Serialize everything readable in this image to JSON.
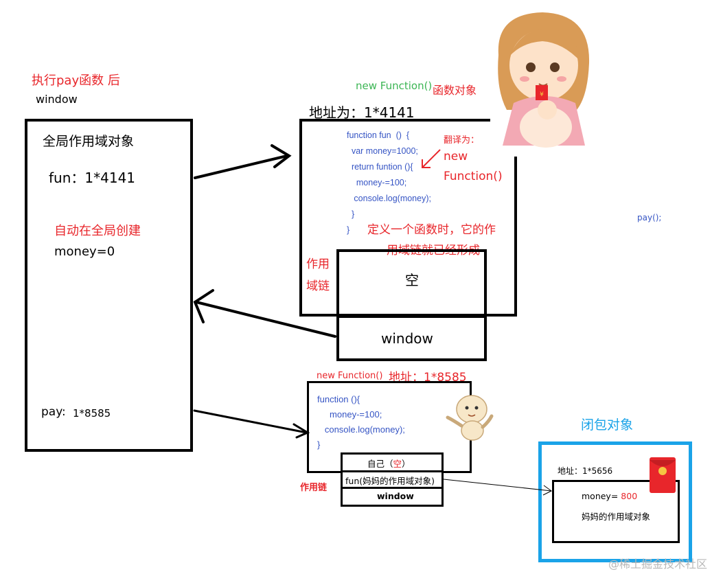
{
  "header": {
    "title": "执行pay函数 后",
    "subtitle": "window"
  },
  "global_scope": {
    "title": "全局作用域对象",
    "fun_entry": "fun：1*4141",
    "auto_note": "自动在全局创建",
    "money_entry": "money=0",
    "pay_label": "pay:",
    "pay_value": "1*8585"
  },
  "fun_object": {
    "new_function": "new Function()",
    "object_label": "函数对象",
    "address": "地址为：1*4141",
    "code_lines": [
      "function fun  ()  {",
      "  var money=1000;",
      "  return funtion (){",
      "    money-=100;",
      "   console.log(money);",
      "  }",
      "}"
    ],
    "translate_label": "翻译为：",
    "translate_value_1": "new",
    "translate_value_2": "Function()",
    "note_line_1": "定义一个函数时，它的作",
    "note_line_2": "用域链就已经形成",
    "scope_chain_1": "作用",
    "scope_chain_2": "域链",
    "chain_empty": "空",
    "chain_window": "window"
  },
  "pay_call": "pay();",
  "inner_fn": {
    "new_function": "new Function()",
    "address": "地址：1*8585",
    "code_lines": [
      "function (){",
      "     money-=100;",
      "   console.log(money);",
      "}"
    ],
    "scope_chain_label": "作用链",
    "chain_self": "自己（",
    "chain_self_empty": "空",
    "chain_self_end": "）",
    "chain_mom": "fun(妈妈的作用域对象)",
    "chain_window": "window"
  },
  "closure": {
    "title": "闭包对象",
    "address": "地址：1*5656",
    "money_label": "money=",
    "money_value": "800",
    "mom_scope": "妈妈的作用域对象"
  },
  "watermark": "@稀土掘金技术社区",
  "colors": {
    "red": "#e8262b",
    "green": "#3cb554",
    "code_blue": "#3554c4",
    "closure_blue": "#1aa3e8"
  },
  "icons": [
    "girl-sticker",
    "baby-sticker",
    "red-envelope-icon"
  ]
}
